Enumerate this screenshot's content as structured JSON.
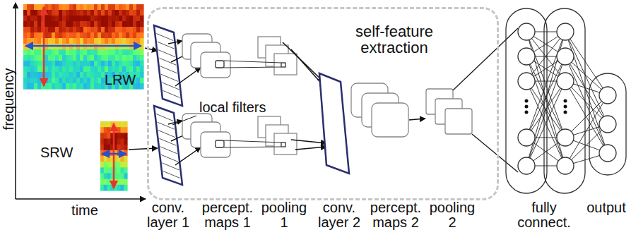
{
  "diagram": {
    "nodes": [
      {
        "text": [
          "LRW"
        ]
      },
      {
        "text": [
          "SRW"
        ]
      },
      {
        "text": [
          "self-feature extraction"
        ]
      }
    ],
    "labels": [
      "frequency",
      "time",
      "local filters",
      "conv. layer 1",
      "percept. maps 1",
      "pooling 1",
      "conv. layer 2",
      "percept. maps 2",
      "pooling 2",
      "fully connect.",
      "output"
    ]
  }
}
